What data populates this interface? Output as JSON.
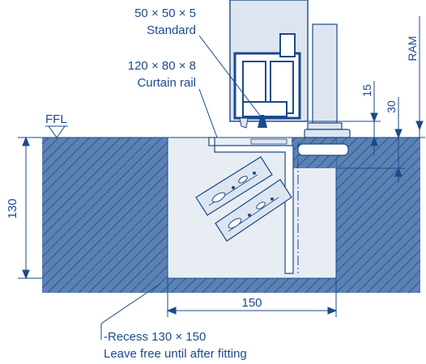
{
  "labels": {
    "standard_size": "50 × 50 × 5",
    "standard_name": "Standard",
    "curtain_size": "120 × 80 × 8",
    "curtain_name": "Curtain rail",
    "ffl": "FFL",
    "ram": "RAM",
    "dim_15": "15",
    "dim_30": "30",
    "dim_130": "130",
    "dim_150": "150",
    "recess_line1": "-Recess 130 × 150",
    "recess_line2": "Leave free until after fitting"
  },
  "colors": {
    "line": "#1a4a8c",
    "hatch_bg": "#5c82b4",
    "hatch_line": "#2c5690",
    "recess_fill": "#e8edf4",
    "frame_fill": "#dde6f0"
  }
}
